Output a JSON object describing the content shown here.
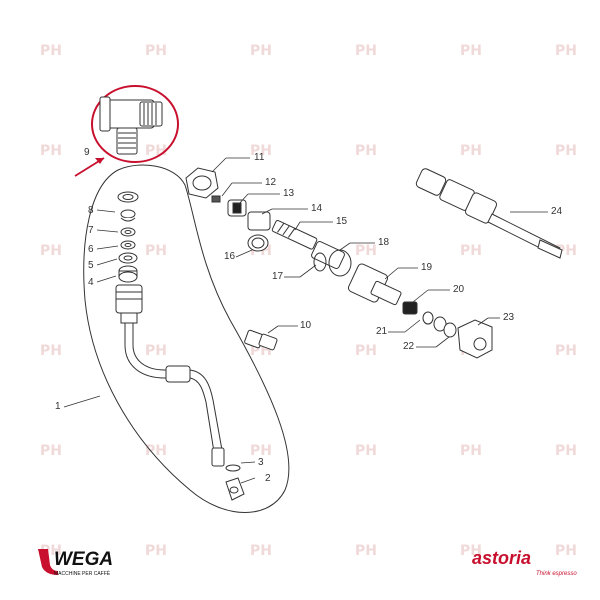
{
  "watermark": "PH",
  "callouts": [
    {
      "id": "1",
      "label": "1"
    },
    {
      "id": "2",
      "label": "2"
    },
    {
      "id": "3",
      "label": "3"
    },
    {
      "id": "4",
      "label": "4"
    },
    {
      "id": "5",
      "label": "5"
    },
    {
      "id": "6",
      "label": "6"
    },
    {
      "id": "7",
      "label": "7"
    },
    {
      "id": "8",
      "label": "8"
    },
    {
      "id": "9",
      "label": "9"
    },
    {
      "id": "10",
      "label": "10"
    },
    {
      "id": "11",
      "label": "11"
    },
    {
      "id": "12",
      "label": "12"
    },
    {
      "id": "13",
      "label": "13"
    },
    {
      "id": "14",
      "label": "14"
    },
    {
      "id": "15",
      "label": "15"
    },
    {
      "id": "16",
      "label": "16"
    },
    {
      "id": "17",
      "label": "17"
    },
    {
      "id": "18",
      "label": "18"
    },
    {
      "id": "19",
      "label": "19"
    },
    {
      "id": "20",
      "label": "20"
    },
    {
      "id": "21",
      "label": "21"
    },
    {
      "id": "22",
      "label": "22"
    },
    {
      "id": "23",
      "label": "23"
    },
    {
      "id": "24",
      "label": "24"
    }
  ],
  "brands": {
    "left": {
      "name": "WEGA",
      "tagline": "MACCHINE PER CAFFÈ"
    },
    "right": {
      "name": "astoria",
      "tagline": "Think espresso"
    }
  },
  "colors": {
    "highlight": "#c8102e",
    "line": "#333333",
    "watermark": "#f0d9d9",
    "brand_red": "#c8102e"
  }
}
